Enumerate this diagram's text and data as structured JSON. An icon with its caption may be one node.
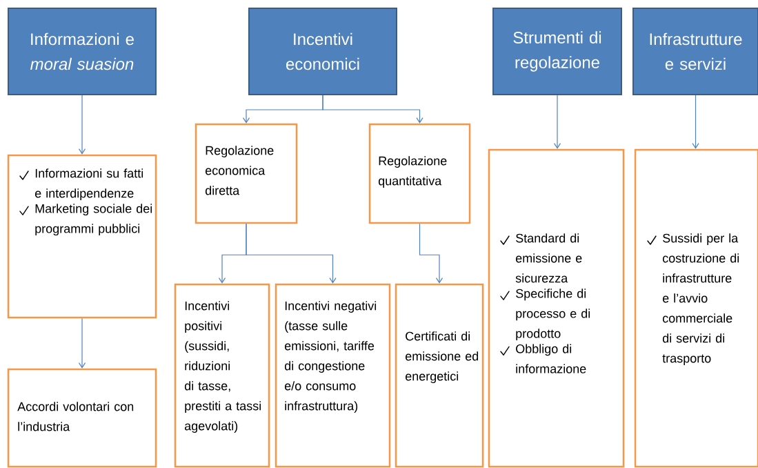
{
  "diagram": {
    "nodes": [
      {
        "text": [
          "Informazioni e *moral suasion*"
        ]
      },
      {
        "text": [
          "Incentivi economici"
        ]
      },
      {
        "text": [
          "Strumenti di regolazione"
        ]
      },
      {
        "text": [
          "Infrastrutture e servizi"
        ]
      },
      {
        "text": [
          "Informazioni su fatti e interdipendenze",
          "Marketing sociale dei programmi pubblici"
        ]
      },
      {
        "text": [
          "Accordi volontari con l’industria"
        ]
      },
      {
        "text": [
          "Regolazione economica diretta"
        ]
      },
      {
        "text": [
          "Regolazione quantitativa"
        ]
      },
      {
        "text": [
          "Incentivi positivi (sussidi, riduzioni di tasse, prestiti a tassi agevolati)"
        ]
      },
      {
        "text": [
          "Incentivi negativi (tasse sulle emissioni, tariffe di congestione e/o consumo infrastruttura)"
        ]
      },
      {
        "text": [
          "Certificati di emissione ed energetici"
        ]
      },
      {
        "text": [
          "Standard di emissione e sicurezza",
          "Specifiche di processo e di prodotto",
          "Obbligo di informazione"
        ]
      },
      {
        "text": [
          "Sussidi per la costruzione di infrastrutture e l’avvio commerciale di servizi di trasporto"
        ]
      }
    ],
    "edges": [
      {
        "from": 0,
        "to": 4,
        "arrow": "to"
      },
      {
        "from": 4,
        "to": 5,
        "arrow": "to"
      },
      {
        "from": 1,
        "to": 6,
        "arrow": "to"
      },
      {
        "from": 1,
        "to": 7,
        "arrow": "to"
      },
      {
        "from": 6,
        "to": 8,
        "arrow": "to"
      },
      {
        "from": 6,
        "to": 9,
        "arrow": "to"
      },
      {
        "from": 7,
        "to": 10,
        "arrow": "to"
      },
      {
        "from": 2,
        "to": 11,
        "arrow": "to"
      },
      {
        "from": 3,
        "to": 12,
        "arrow": "to"
      }
    ]
  }
}
